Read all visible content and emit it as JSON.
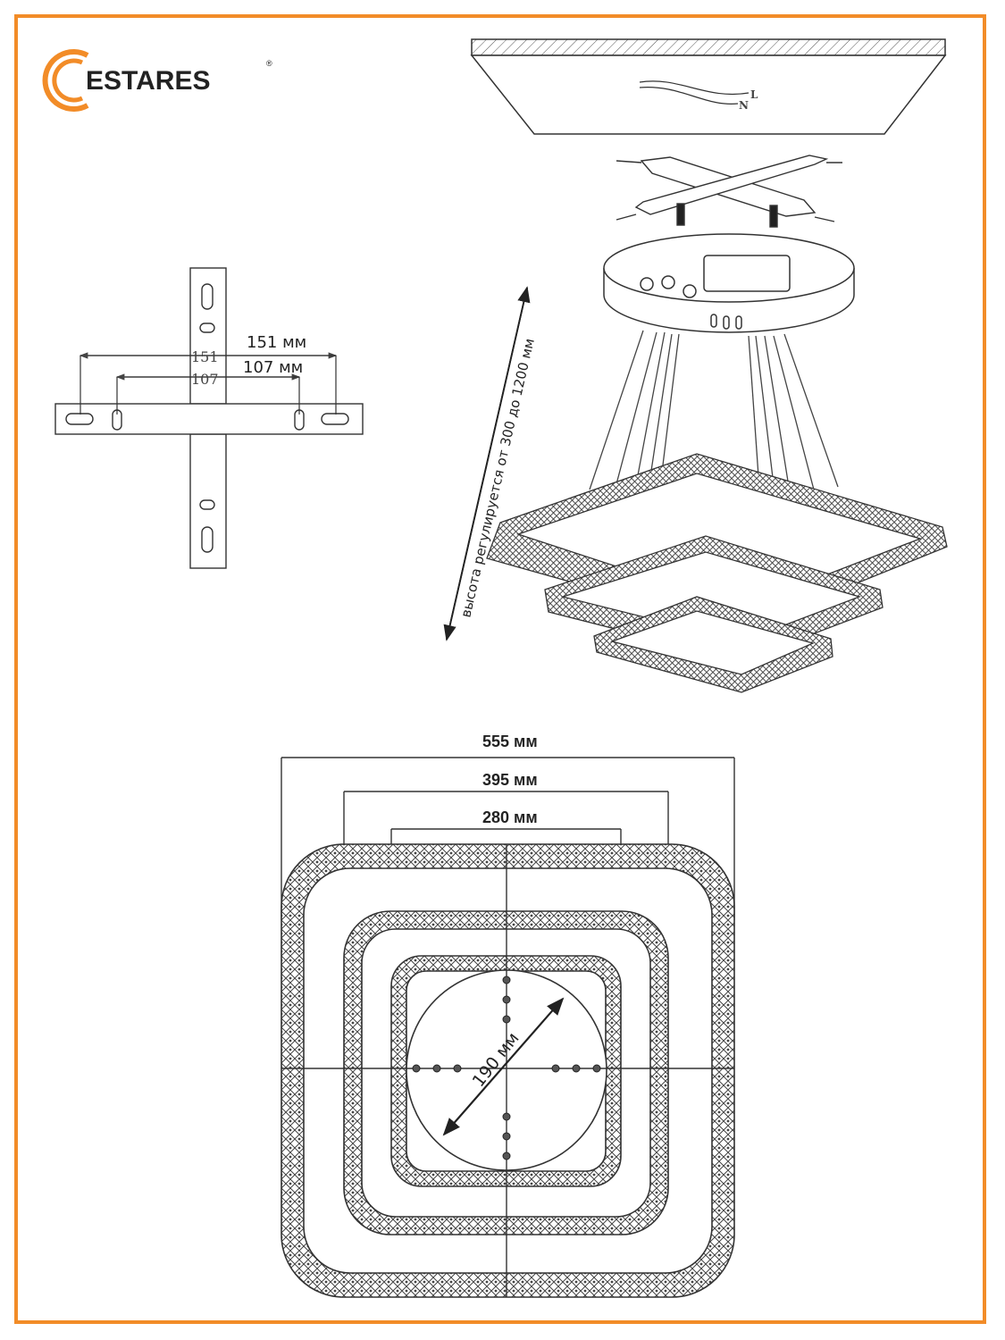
{
  "brand": {
    "logo_text": "ESTARES",
    "mark": "®",
    "accent": "#f28c28"
  },
  "ceiling": {
    "wire_l": "L",
    "wire_n": "N"
  },
  "bracket": {
    "outer_dim": "151 мм",
    "inner_dim": "107 мм",
    "outer_num": "151",
    "inner_num": "107"
  },
  "height_note": "высота регулируется от 300 до 1200 мм",
  "dimensions": {
    "d555": "555 мм",
    "d395": "395 мм",
    "d280": "280 мм",
    "d190": "190 мм"
  },
  "colors": {
    "line": "#333333",
    "frame": "#f28c28"
  }
}
